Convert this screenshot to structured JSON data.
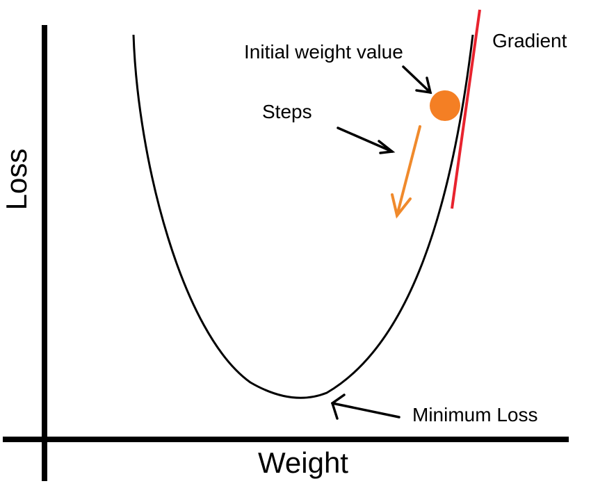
{
  "axes": {
    "x_label": "Weight",
    "y_label": "Loss"
  },
  "annotations": {
    "initial_weight": "Initial weight value",
    "gradient": "Gradient",
    "steps": "Steps",
    "minimum": "Minimum Loss"
  },
  "colors": {
    "axis": "#000000",
    "curve": "#000000",
    "gradient_line": "#e8232e",
    "weight_point": "#f47f24",
    "step_arrow": "#f08a2c",
    "pointer_arrows": "#000000",
    "background": "#ffffff"
  }
}
